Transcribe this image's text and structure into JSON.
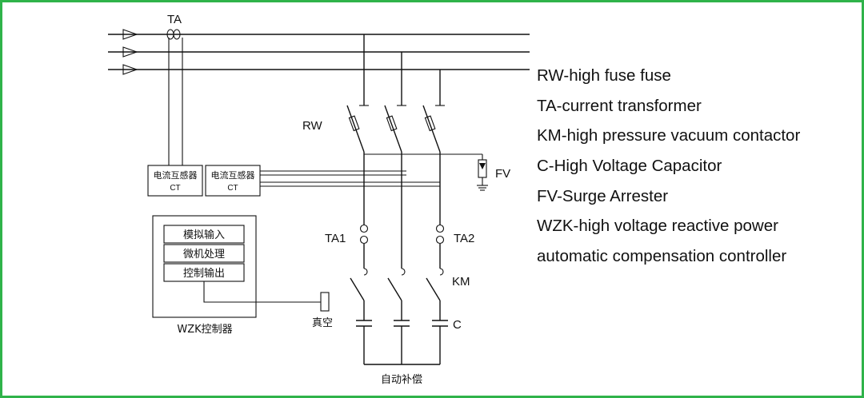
{
  "labels": {
    "ta": "TA",
    "rw": "RW",
    "fv": "FV",
    "ta1": "TA1",
    "ta2": "TA2",
    "km": "KM",
    "c": "C"
  },
  "ct_boxes": [
    {
      "line1": "电流互感器",
      "line2": "CT"
    },
    {
      "line1": "电流互感器",
      "line2": "CT"
    }
  ],
  "controller": {
    "rows": [
      "模拟输入",
      "微机处理",
      "控制输出"
    ],
    "caption": "WZK控制器"
  },
  "vacuum_label": "真空",
  "bottom_label": "自动补偿",
  "legend": [
    "RW-high fuse fuse",
    "TA-current transformer",
    "KM-high pressure vacuum contactor",
    "C-High Voltage Capacitor",
    "FV-Surge Arrester",
    "WZK-high voltage reactive power",
    "automatic compensation controller"
  ],
  "colors": {
    "border": "#2fb34a",
    "line": "#111111"
  }
}
